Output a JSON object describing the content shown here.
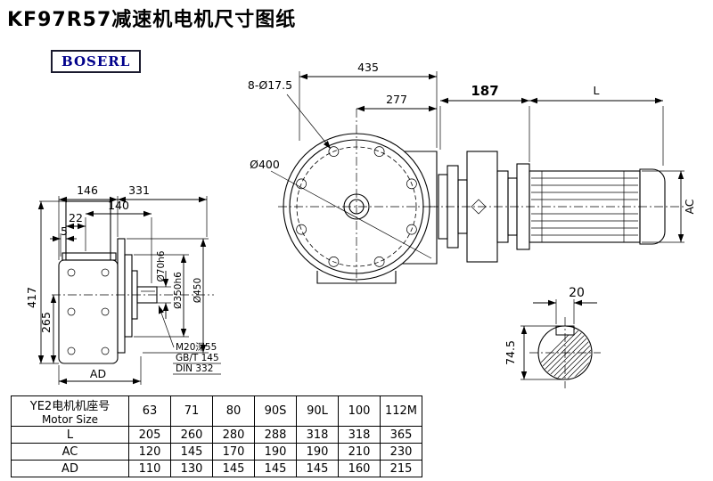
{
  "page": {
    "title": "KF97R57减速机电机尺寸图纸",
    "logo": "BOSERL"
  },
  "drawing": {
    "front": {
      "dim_width": "435",
      "bolt_holes": "8-Ø17.5",
      "dim_offset": "277",
      "bolt_circle": "Ø400"
    },
    "motor": {
      "dim_adapter": "187",
      "dim_length": "L",
      "dim_diameter": "AC"
    },
    "side": {
      "dim_146": "146",
      "dim_331": "331",
      "dim_140": "140",
      "dim_22": "22",
      "dim_5": "5",
      "dim_417": "417",
      "dim_265": "265",
      "dim_ad": "AD",
      "dia_shaft": "Ø70h6",
      "dia_spigot": "Ø350h6",
      "dia_flange": "Ø450",
      "note_tap": "M20深55",
      "note_gb": "GB/T 145",
      "note_din": "DIN 332"
    },
    "shaft": {
      "dim_key_width": "20",
      "dim_height": "74.5"
    }
  },
  "table": {
    "header": {
      "cn": "YE2电机机座号",
      "en": "Motor Size"
    },
    "columns": [
      "63",
      "71",
      "80",
      "90S",
      "90L",
      "100",
      "112M"
    ],
    "rows": [
      {
        "label": "L",
        "values": [
          "205",
          "260",
          "280",
          "288",
          "318",
          "318",
          "365"
        ]
      },
      {
        "label": "AC",
        "values": [
          "120",
          "145",
          "170",
          "190",
          "190",
          "210",
          "230"
        ]
      },
      {
        "label": "AD",
        "values": [
          "110",
          "130",
          "145",
          "145",
          "145",
          "160",
          "215"
        ]
      }
    ]
  }
}
